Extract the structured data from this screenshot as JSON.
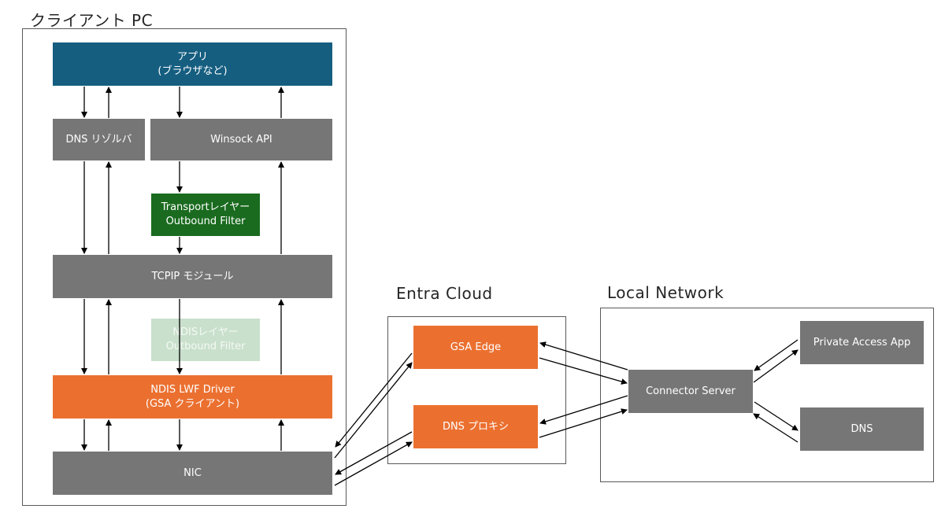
{
  "client": {
    "title": "クライアント PC",
    "app": {
      "line1": "アプリ",
      "line2": "(ブラウザなど)"
    },
    "dns_resolver": "DNS リゾルバ",
    "winsock": "Winsock API",
    "transport_filter": {
      "line1": "Transportレイヤー",
      "line2": "Outbound Filter"
    },
    "tcpip": "TCPIP モジュール",
    "ndis_filter": {
      "line1": "NDISレイヤー",
      "line2": "Outbound Filter"
    },
    "ndis_driver": {
      "line1": "NDIS LWF Driver",
      "line2": "(GSA クライアント)"
    },
    "nic": "NIC"
  },
  "entra": {
    "title": "Entra Cloud",
    "gsa_edge": "GSA Edge",
    "dns_proxy": "DNS プロキシ"
  },
  "local": {
    "title": "Local Network",
    "connector": "Connector Server",
    "private_app": "Private Access App",
    "dns": "DNS"
  },
  "colors": {
    "gray": "#767676",
    "blue": "#155e80",
    "green": "#1a6b1f",
    "orange": "#eb7030",
    "faded_green": "#c9e0cc"
  }
}
